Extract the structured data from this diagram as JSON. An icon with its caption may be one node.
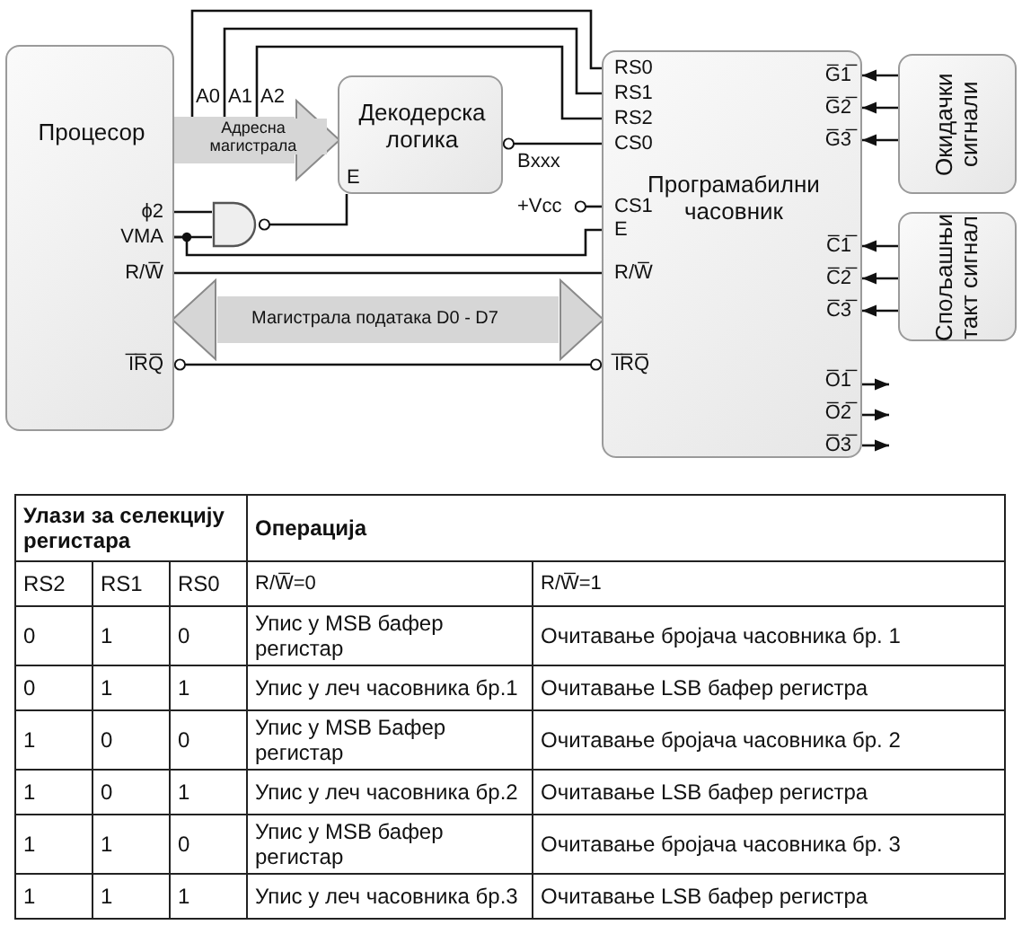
{
  "diagram": {
    "nodes": [
      {
        "text": [
          "Процесор",
          "ϕ2",
          "VMA",
          "R/W̅",
          "I̅R̅Q̅"
        ]
      },
      {
        "text": [
          "Декодерска логика",
          "E"
        ]
      },
      {
        "text": [],
        "shape": "gate"
      },
      {
        "text": [
          "+Vcc"
        ]
      },
      {
        "text": [
          "Програмабилни часовник",
          "RS0",
          "RS1",
          "RS2",
          "CS0",
          "CS1",
          "E",
          "R/W̅",
          "I̅R̅Q̅",
          "G̅1̅",
          "G̅2̅",
          "G̅3̅",
          "C̅1̅",
          "C̅2̅",
          "C̅3̅",
          "O̅1̅",
          "O̅2̅",
          "O̅3̅"
        ]
      },
      {
        "text": [
          "Окидачки сигнали"
        ]
      },
      {
        "text": [
          "Спољашњи такт сигнал"
        ]
      }
    ],
    "edges": [
      {
        "from": 0,
        "to": 4,
        "arrow": "none",
        "label": "A0"
      },
      {
        "from": 0,
        "to": 4,
        "arrow": "none",
        "label": "A1"
      },
      {
        "from": 0,
        "to": 4,
        "arrow": "none",
        "label": "A2"
      },
      {
        "from": 0,
        "to": 1,
        "arrow": "to",
        "label": "Адресна магистрала",
        "style": "thick",
        "color": "#d6d6d6"
      },
      {
        "from": 1,
        "to": 4,
        "arrow": "other",
        "label": "Bxxx"
      },
      {
        "from": 0,
        "to": 2,
        "arrow": "none"
      },
      {
        "from": 0,
        "to": 2,
        "arrow": "none"
      },
      {
        "from": 2,
        "to": 1,
        "arrow": "other"
      },
      {
        "from": 0,
        "to": 4,
        "arrow": "none"
      },
      {
        "from": 3,
        "to": 4,
        "arrow": "other"
      },
      {
        "from": 0,
        "to": 4,
        "arrow": "none"
      },
      {
        "from": 0,
        "to": 4,
        "arrow": "both",
        "label": "Магистрала података D0 - D7",
        "style": "thick",
        "color": "#d6d6d6"
      },
      {
        "from": 4,
        "to": 0,
        "arrow": "other"
      },
      {
        "from": 5,
        "to": 4,
        "arrow": "to"
      },
      {
        "from": 5,
        "to": 4,
        "arrow": "to"
      },
      {
        "from": 5,
        "to": 4,
        "arrow": "to"
      },
      {
        "from": 6,
        "to": 4,
        "arrow": "to"
      },
      {
        "from": 6,
        "to": 4,
        "arrow": "to"
      },
      {
        "from": 6,
        "to": 4,
        "arrow": "to"
      },
      {
        "from": 4,
        "to": null,
        "arrow": "to"
      },
      {
        "from": 4,
        "to": null,
        "arrow": "to"
      },
      {
        "from": 4,
        "to": null,
        "arrow": "to"
      }
    ],
    "labels": [
      "Улази за селекцију регистара",
      "Операција",
      "RS2",
      "RS1",
      "RS0",
      "R/W̅=0",
      "R/W̅=1",
      "0",
      "1",
      "0",
      "Упис у MSB бафер регистар",
      "Очитавање бројача часовника бр. 1",
      "0",
      "1",
      "1",
      "Упис у леч часовника бр.1",
      "Очитавање LSB бафер регистра",
      "1",
      "0",
      "0",
      "Упис у MSB Бафер регистар",
      "Очитавање бројача часовника бр. 2",
      "1",
      "0",
      "1",
      "Упис у леч часовника бр.2",
      "Очитавање LSB бафер регистра",
      "1",
      "1",
      "0",
      "Упис у MSB бафер регистар",
      "Очитавање бројача часовника бр. 3",
      "1",
      "1",
      "1",
      "Упис у леч часовника бр.3",
      "Очитавање LSB бафер регистра"
    ]
  }
}
